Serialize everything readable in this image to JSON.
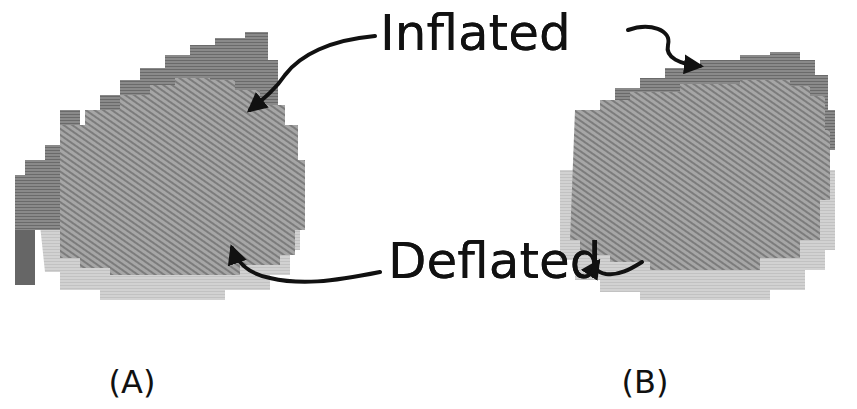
{
  "diagram": {
    "labels": [
      "Inflated",
      "Inflated",
      "Deflated",
      "Deflated",
      "(A)",
      "(B)"
    ]
  }
}
